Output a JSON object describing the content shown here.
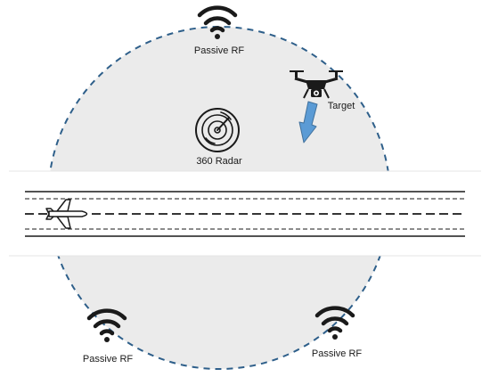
{
  "labels": {
    "passive_rf_top": "Passive RF",
    "target": "Target",
    "radar": "360 Radar",
    "passive_rf_bottom_left": "Passive RF",
    "passive_rf_bottom_right": "Passive RF"
  },
  "colors": {
    "coverage_fill": "#ebebeb",
    "coverage_border": "#2e5f8a",
    "runway_band": "#ffffff",
    "runway_lines": "#1a1a1a",
    "arrow_fill": "#5b9bd5",
    "arrow_stroke": "#41719c",
    "icon": "#1a1a1a"
  },
  "icons": {
    "sensors": [
      "wifi-icon",
      "wifi-icon",
      "wifi-icon"
    ],
    "radar": "radar-icon",
    "target": "drone-icon",
    "aircraft": "airplane-icon",
    "motion": "arrow-down-icon"
  }
}
